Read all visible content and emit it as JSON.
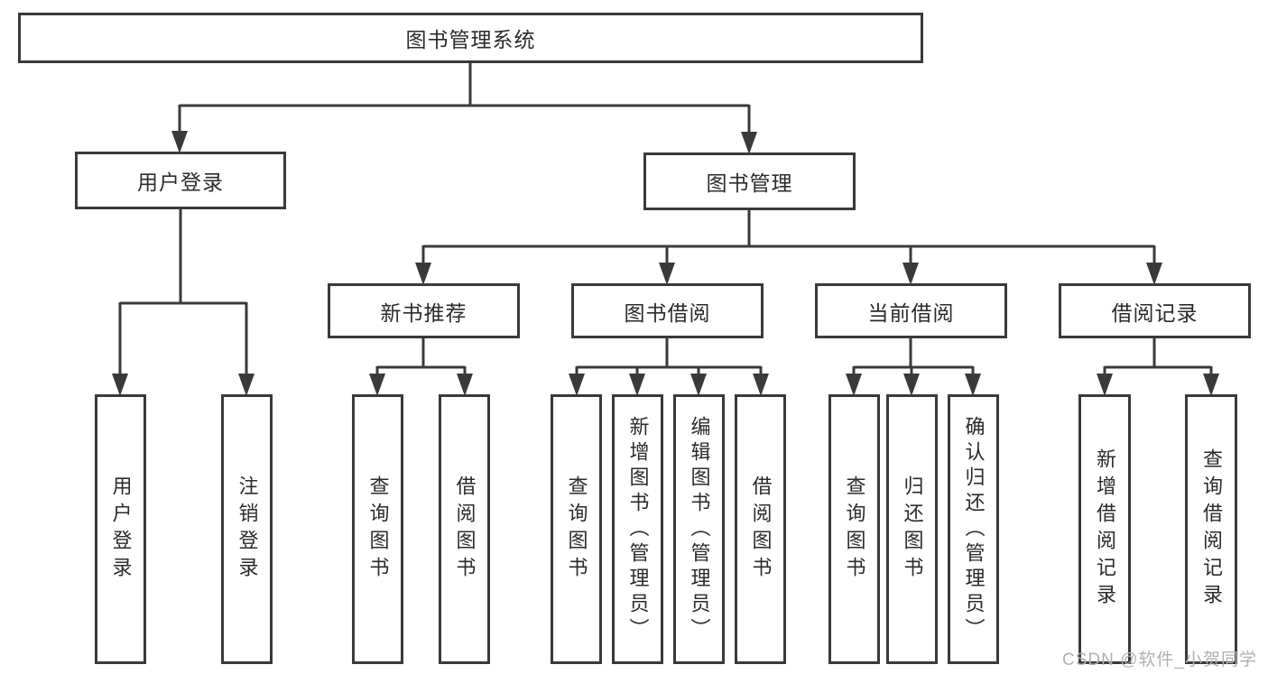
{
  "diagram": {
    "root": {
      "label": "图书管理系统"
    },
    "branches": [
      {
        "label": "用户登录",
        "children": [
          {
            "label": "用户登录"
          },
          {
            "label": "注销登录"
          }
        ]
      },
      {
        "label": "图书管理",
        "children": [
          {
            "label": "新书推荐",
            "children": [
              {
                "label": "查询图书"
              },
              {
                "label": "借阅图书"
              }
            ]
          },
          {
            "label": "图书借阅",
            "children": [
              {
                "label": "查询图书"
              },
              {
                "label": "新增图书（管理员）"
              },
              {
                "label": "编辑图书（管理员）"
              },
              {
                "label": "借阅图书"
              }
            ]
          },
          {
            "label": "当前借阅",
            "children": [
              {
                "label": "查询图书"
              },
              {
                "label": "归还图书"
              },
              {
                "label": "确认归还（管理员）"
              }
            ]
          },
          {
            "label": "借阅记录",
            "children": [
              {
                "label": "新增借阅记录"
              },
              {
                "label": "查询借阅记录"
              }
            ]
          }
        ]
      }
    ],
    "watermark": "CSDN @软件_小贺同学",
    "colors": {
      "line": "#3a3a3a",
      "box_border": "#3a3a3a",
      "box_fill": "#ffffff",
      "text": "#2b2b2b",
      "watermark": "#b0b0b0",
      "background": "#ffffff"
    }
  }
}
